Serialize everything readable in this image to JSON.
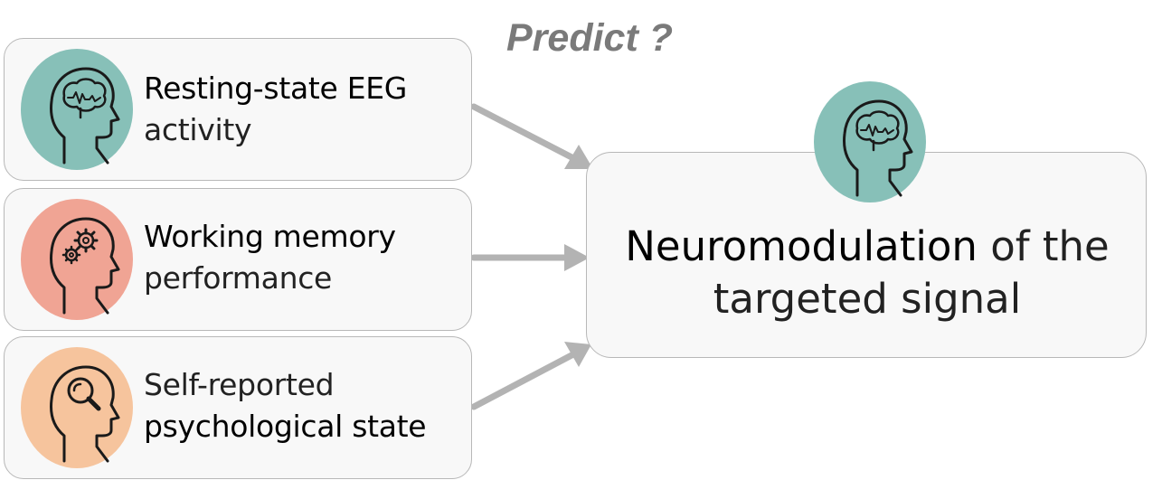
{
  "title": "Predict ?",
  "inputs": [
    {
      "line1": "Resting-state EEG",
      "line2": "activity",
      "icon": "brain-head-icon",
      "color": "#87c0b8"
    },
    {
      "line1": "Working memory",
      "line2": "performance",
      "icon": "gears-head-icon",
      "color": "#f0a494"
    },
    {
      "line1": "Self-reported",
      "line2": "psychological state",
      "icon": "magnifier-head-icon",
      "color": "#f6c49d"
    }
  ],
  "target": {
    "word1": "Neuromodulation",
    "rest1": " of the",
    "line2": "targeted signal",
    "icon": "brain-head-icon",
    "color": "#87c0b8"
  },
  "arrow_color": "#b3b3b3"
}
